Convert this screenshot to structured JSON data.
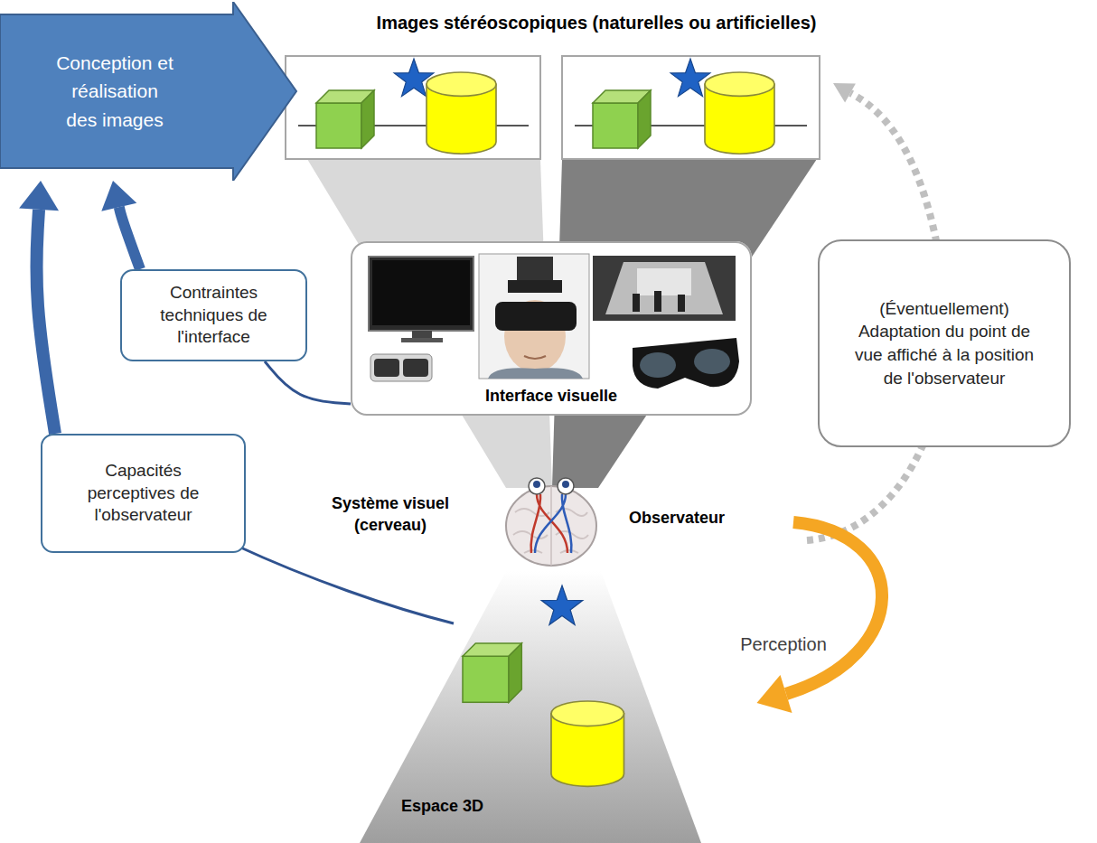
{
  "diagram": {
    "title": "Images stéréoscopiques (naturelles ou artificielles)",
    "nodes": [
      {
        "text": [
          "Conception et réalisation des images"
        ]
      },
      {
        "text": [
          "Interface visuelle"
        ]
      },
      {
        "text": [
          "Contraintes techniques de l'interface"
        ]
      },
      {
        "text": [
          "Capacités perceptives de l'observateur"
        ]
      },
      {
        "text": [
          "(Éventuellement) Adaptation du point de vue affiché à la position de l'observateur"
        ]
      }
    ],
    "edges": [
      {
        "from": 2,
        "to": 0,
        "arrow": "to"
      },
      {
        "from": 1,
        "to": 2,
        "arrow": "none"
      },
      {
        "from": 3,
        "to": 0,
        "arrow": "to"
      }
    ],
    "labels": [
      "Système visuel (cerveau)",
      "Observateur",
      "Perception",
      "Espace 3D"
    ]
  }
}
